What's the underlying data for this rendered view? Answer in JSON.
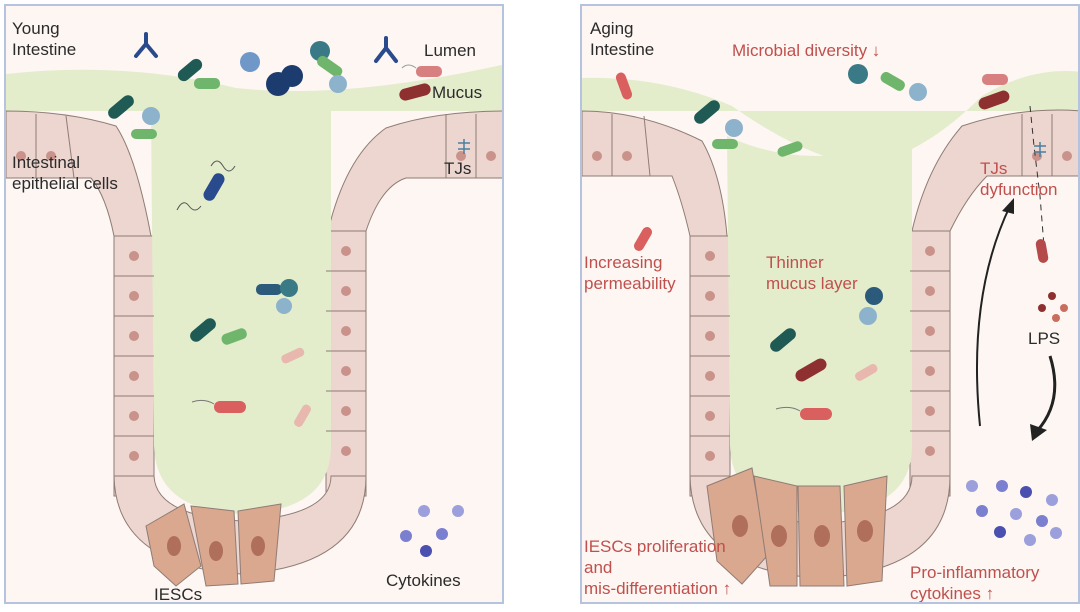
{
  "colors": {
    "panel_border": "#b6c3de",
    "background": "#fdf6f2",
    "mucus": "#e3edcc",
    "epithelial_cell": "#ecd6cf",
    "epithelial_border": "#8f7c76",
    "nucleus": "#c9928a",
    "stem_cell": "#d9a88e",
    "stem_nucleus": "#b06f5a",
    "alert_text": "#c0504d",
    "label_text": "#2b2b2b",
    "cytokine": "#7b7fcf"
  },
  "left_panel": {
    "title_line1": "Young",
    "title_line2": "Intestine",
    "lumen": "Lumen",
    "mucus": "Mucus",
    "epithelial_line1": "Intestinal",
    "epithelial_line2": "epithelial cells",
    "tjs": "TJs",
    "iescs": "IESCs",
    "cytokines": "Cytokines"
  },
  "right_panel": {
    "title_line1": "Aging",
    "title_line2": "Intestine",
    "diversity": "Microbial diversity ↓",
    "tjs_line1": "TJs",
    "tjs_line2": "dyfunction",
    "permeability_line1": "Increasing",
    "permeability_line2": "permeability",
    "mucus_line1": "Thinner",
    "mucus_line2": "mucus layer",
    "lps": "LPS",
    "iescs_line1": "IESCs proliferation",
    "iescs_line2": "and",
    "iescs_line3": "mis-differentiation ↑",
    "cytokines_line1": "Pro-inflammatory",
    "cytokines_line2": "cytokines ↑"
  },
  "icons": [
    "antibody-icon",
    "rod-bacterium-icon",
    "coccus-bacterium-icon",
    "flagellated-bacterium-icon",
    "lps-particle-icon",
    "cytokine-dot-icon",
    "tight-junction-icon"
  ]
}
